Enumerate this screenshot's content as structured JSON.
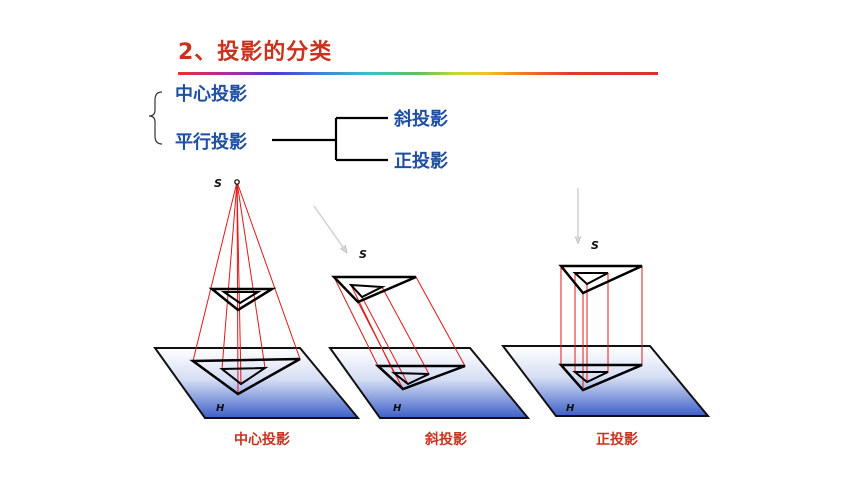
{
  "title": "2、投影的分类",
  "classification": {
    "central": "中心投影",
    "parallel": "平行投影",
    "oblique": "斜投影",
    "orthographic": "正投影"
  },
  "figures": [
    {
      "caption": "中心投影",
      "source_label": "S",
      "plane_label": "H"
    },
    {
      "caption": "斜投影",
      "source_label": "S",
      "plane_label": "H"
    },
    {
      "caption": "正投影",
      "source_label": "S",
      "plane_label": "H"
    }
  ],
  "colors": {
    "title": "#c8321e",
    "labels": "#1e4fa0",
    "projector": "#e01818",
    "plane_top": "#ffffff",
    "plane_bottom": "#3d5fc8"
  }
}
